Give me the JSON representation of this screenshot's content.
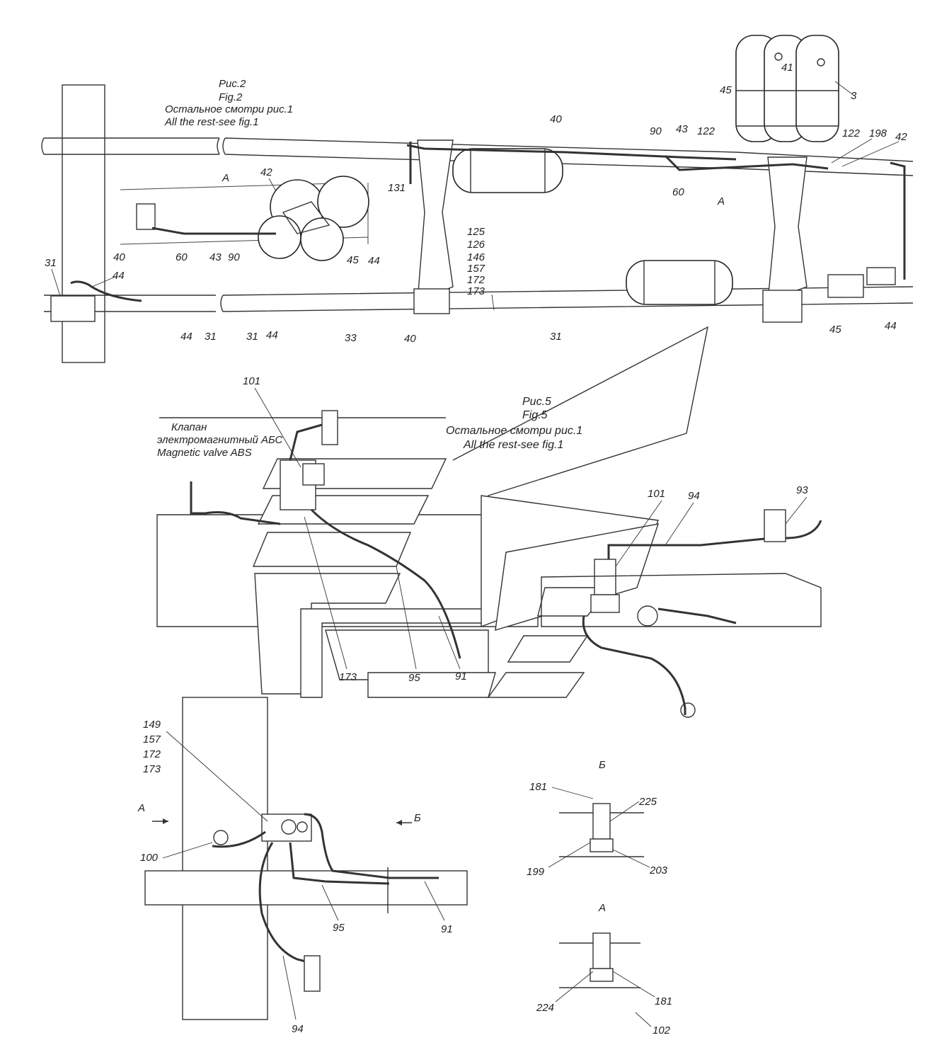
{
  "fig2": {
    "caption_ru_1": "Рис.2",
    "caption_en_1": "Fig.2",
    "caption_ru_2": "Остальное смотри рис.1",
    "caption_en_2": "All the rest-see fig.1",
    "view_a_label": "A",
    "section_a_label": "A",
    "callout_group": [
      "125",
      "126",
      "146",
      "157",
      "172",
      "173"
    ],
    "callouts": [
      "41",
      "3",
      "45",
      "40",
      "90",
      "43",
      "122",
      "122",
      "198",
      "42",
      "42",
      "131",
      "60",
      "40",
      "60",
      "43",
      "90",
      "45",
      "44",
      "31",
      "44",
      "44",
      "31",
      "31",
      "44",
      "33",
      "40",
      "31",
      "45",
      "44"
    ]
  },
  "fig5": {
    "caption_ru_1": "Рис.5",
    "caption_en_1": "Fig.5",
    "caption_ru_2": "Остальное смотри рис.1",
    "caption_en_2": "All the rest-see fig.1",
    "valve_label_ru_1": "Клапан",
    "valve_label_ru_2": "электромагнитный АБС",
    "valve_label_en": "Magnetic valve ABS",
    "callouts": [
      "101",
      "173",
      "95",
      "91",
      "101",
      "94",
      "93"
    ]
  },
  "bottom_view": {
    "callout_group": [
      "149",
      "157",
      "172",
      "173"
    ],
    "arrow_a": "A",
    "arrow_b": "Б",
    "callouts": [
      "100",
      "95",
      "91",
      "94"
    ]
  },
  "detail_b": {
    "title": "Б",
    "callouts": [
      "181",
      "225",
      "199",
      "203"
    ]
  },
  "detail_a": {
    "title": "A",
    "callouts": [
      "224",
      "181",
      "102"
    ]
  }
}
